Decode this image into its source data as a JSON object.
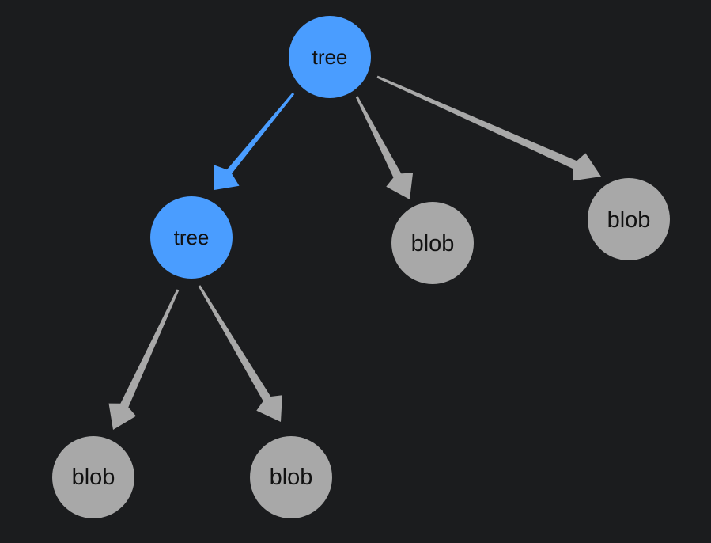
{
  "colors": {
    "background": "#1b1c1e",
    "highlight": "#4a9dff",
    "normal": "#a8a8a8",
    "label": "#111111"
  },
  "nodes": [
    {
      "id": "root",
      "label": "tree",
      "kind": "tree",
      "highlighted": true
    },
    {
      "id": "subtree",
      "label": "tree",
      "kind": "tree",
      "highlighted": true
    },
    {
      "id": "blob-a",
      "label": "blob",
      "kind": "blob",
      "highlighted": false
    },
    {
      "id": "blob-b",
      "label": "blob",
      "kind": "blob",
      "highlighted": false
    },
    {
      "id": "blob-c",
      "label": "blob",
      "kind": "blob",
      "highlighted": false
    },
    {
      "id": "blob-d",
      "label": "blob",
      "kind": "blob",
      "highlighted": false
    }
  ],
  "edges": [
    {
      "from": "root",
      "to": "subtree",
      "highlighted": true
    },
    {
      "from": "root",
      "to": "blob-a",
      "highlighted": false
    },
    {
      "from": "root",
      "to": "blob-b",
      "highlighted": false
    },
    {
      "from": "subtree",
      "to": "blob-c",
      "highlighted": false
    },
    {
      "from": "subtree",
      "to": "blob-d",
      "highlighted": false
    }
  ]
}
